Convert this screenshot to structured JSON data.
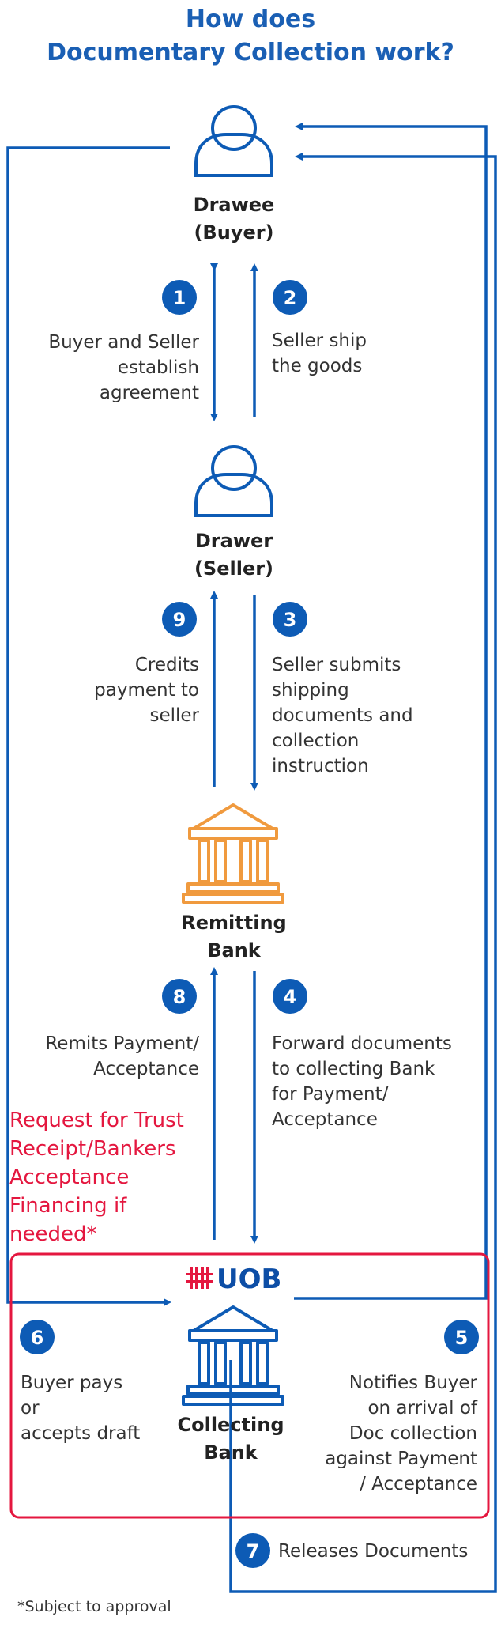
{
  "title": {
    "line1": "How does",
    "line2": "Documentary Collection work?"
  },
  "nodes": {
    "drawee": {
      "line1": "Drawee",
      "line2": "(Buyer)"
    },
    "drawer": {
      "line1": "Drawer",
      "line2": "(Seller)"
    },
    "remitting": {
      "line1": "Remitting",
      "line2": "Bank"
    },
    "collecting": {
      "line1": "Collecting",
      "line2": "Bank"
    }
  },
  "brand": {
    "logo_text": "UOB"
  },
  "steps": {
    "s1": {
      "num": "1",
      "lines": [
        "Buyer and Seller",
        "establish",
        "agreement"
      ]
    },
    "s2": {
      "num": "2",
      "lines": [
        "Seller ship",
        "the goods"
      ]
    },
    "s3": {
      "num": "3",
      "lines": [
        "Seller submits",
        "shipping",
        "documents and",
        "collection",
        "instruction"
      ]
    },
    "s4": {
      "num": "4",
      "lines": [
        "Forward documents",
        "to collecting Bank",
        "for Payment/",
        "Acceptance"
      ]
    },
    "s5": {
      "num": "5",
      "lines": [
        "Notifies Buyer",
        "on arrival of",
        "Doc collection",
        "against Payment",
        "/ Acceptance"
      ]
    },
    "s6": {
      "num": "6",
      "lines": [
        "Buyer pays",
        "or",
        "accepts draft"
      ]
    },
    "s7": {
      "num": "7",
      "lines": [
        "Releases Documents"
      ]
    },
    "s8": {
      "num": "8",
      "lines": [
        "Remits Payment/",
        "Acceptance"
      ]
    },
    "s9": {
      "num": "9",
      "lines": [
        "Credits",
        "payment to",
        "seller"
      ]
    }
  },
  "financing_note": [
    "Request for Trust",
    "Receipt/Bankers",
    "Acceptance",
    "Financing if",
    "needed*"
  ],
  "footnote": "*Subject to approval",
  "colors": {
    "blue": "#0d5bb5",
    "orange": "#f09a3e",
    "red": "#e4173f"
  }
}
